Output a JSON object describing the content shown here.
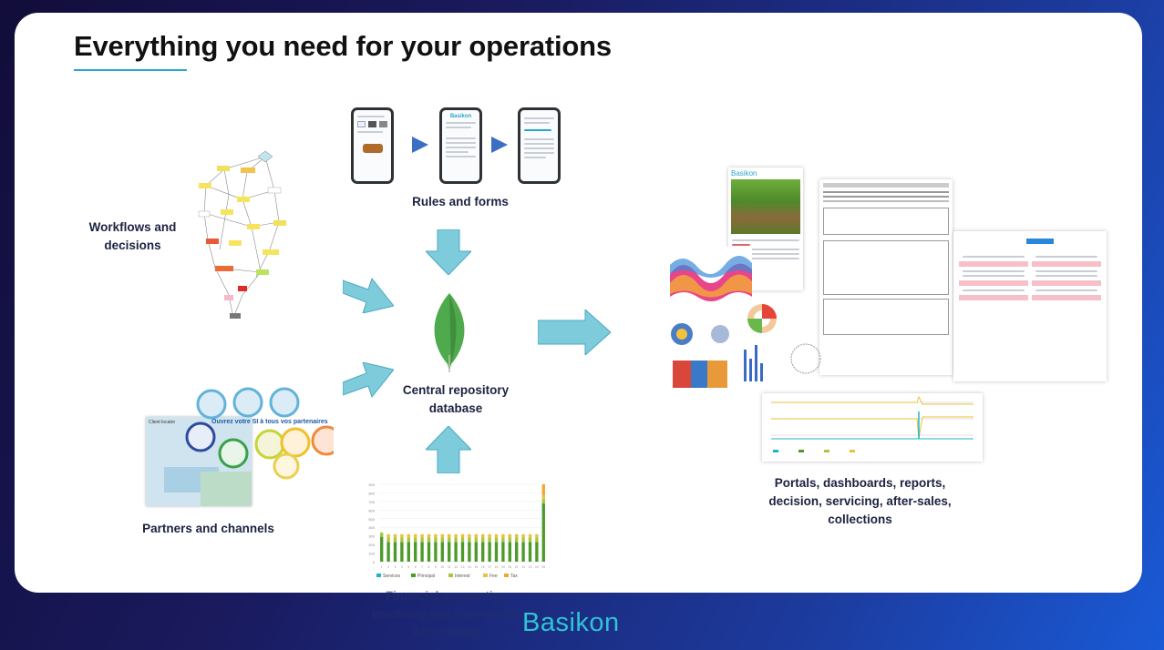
{
  "title": "Everything you need for your operations",
  "labels": {
    "workflows": [
      "Workflows and",
      "decisions"
    ],
    "rules": "Rules and forms",
    "partners": "Partners and channels",
    "central": [
      "Central repository",
      "database"
    ],
    "portals": [
      "Portals, dashboards, reports,",
      "decision, servicing, after-sales,",
      "collections"
    ],
    "financial": [
      "Financial accounting",
      "Invoicing and receivables",
      "Accounting"
    ]
  },
  "brand": "Basikon",
  "phone_logo": "Basikon",
  "partners_banner": "Ouvrez votre SI à tous vos partenaires",
  "partners_map_label": "Client locator",
  "chart_data": {
    "type": "bar",
    "categories": [
      "1",
      "2",
      "3",
      "4",
      "5",
      "6",
      "7",
      "8",
      "9",
      "10",
      "11",
      "12",
      "13",
      "14",
      "15",
      "16",
      "17",
      "18",
      "19",
      "20",
      "21",
      "22",
      "23",
      "24",
      "25"
    ],
    "series": [
      {
        "name": "Services",
        "color": "#1fb5c9",
        "values": [
          0,
          0,
          0,
          0,
          0,
          0,
          0,
          0,
          0,
          0,
          0,
          0,
          0,
          0,
          0,
          0,
          0,
          0,
          0,
          0,
          0,
          0,
          0,
          0,
          0
        ]
      },
      {
        "name": "Principal",
        "color": "#4c9a2a",
        "values": [
          290,
          230,
          230,
          230,
          230,
          230,
          230,
          230,
          230,
          230,
          230,
          230,
          230,
          230,
          230,
          230,
          230,
          230,
          230,
          230,
          230,
          230,
          230,
          230,
          680
        ]
      },
      {
        "name": "Interest",
        "color": "#a8c83c",
        "values": [
          50,
          50,
          50,
          50,
          50,
          50,
          50,
          50,
          50,
          50,
          50,
          50,
          50,
          50,
          50,
          50,
          50,
          50,
          50,
          50,
          50,
          50,
          50,
          50,
          50
        ]
      },
      {
        "name": "Fee",
        "color": "#e8c23a",
        "values": [
          0,
          40,
          40,
          40,
          40,
          40,
          40,
          40,
          40,
          40,
          40,
          40,
          40,
          40,
          40,
          40,
          40,
          40,
          40,
          40,
          40,
          40,
          40,
          40,
          40
        ]
      },
      {
        "name": "Tax",
        "color": "#f0a830",
        "values": [
          0,
          0,
          0,
          0,
          0,
          0,
          0,
          0,
          0,
          0,
          0,
          0,
          0,
          0,
          0,
          0,
          0,
          0,
          0,
          0,
          0,
          0,
          0,
          0,
          130
        ]
      }
    ],
    "ylim": [
      0,
      900
    ],
    "yticks": [
      "900",
      "800",
      "700",
      "600",
      "500",
      "400",
      "300",
      "200",
      "100",
      "0"
    ]
  },
  "colors": {
    "accent": "#2aa6c8",
    "arrow": "#7ecbdc",
    "mongo_leaf": "#4fa94d"
  }
}
